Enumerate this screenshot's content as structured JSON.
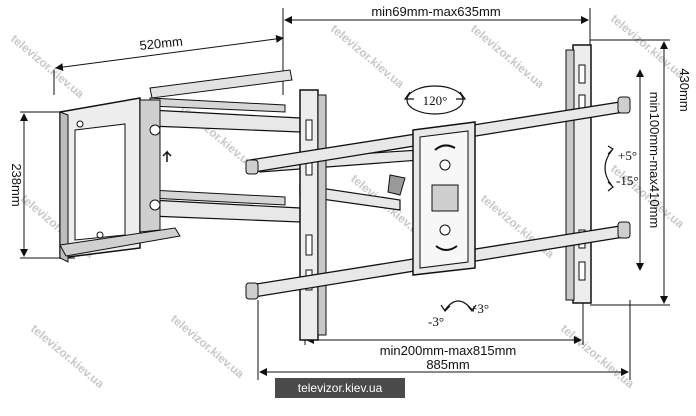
{
  "dimensions": {
    "top_width": "min69mm-max635mm",
    "mount_width": "520mm",
    "mount_height": "238mm",
    "arm_height": "430mm",
    "vesa_vertical": "min100mm-max410mm",
    "vesa_horizontal": "min200mm-max815mm",
    "total_width": "885mm"
  },
  "angles": {
    "swivel": "120°",
    "tilt_up": "+5°",
    "tilt_down": "-15°",
    "rotate_left": "-3°",
    "rotate_right": "+3°"
  },
  "footer_label": "televizor.kiev.ua",
  "watermark": "televizor.kiev.ua",
  "colors": {
    "line": "#111111",
    "metal": "#e8e8e8",
    "metal_dark": "#9a9a9a",
    "footer_bg": "#4a4a4a"
  }
}
